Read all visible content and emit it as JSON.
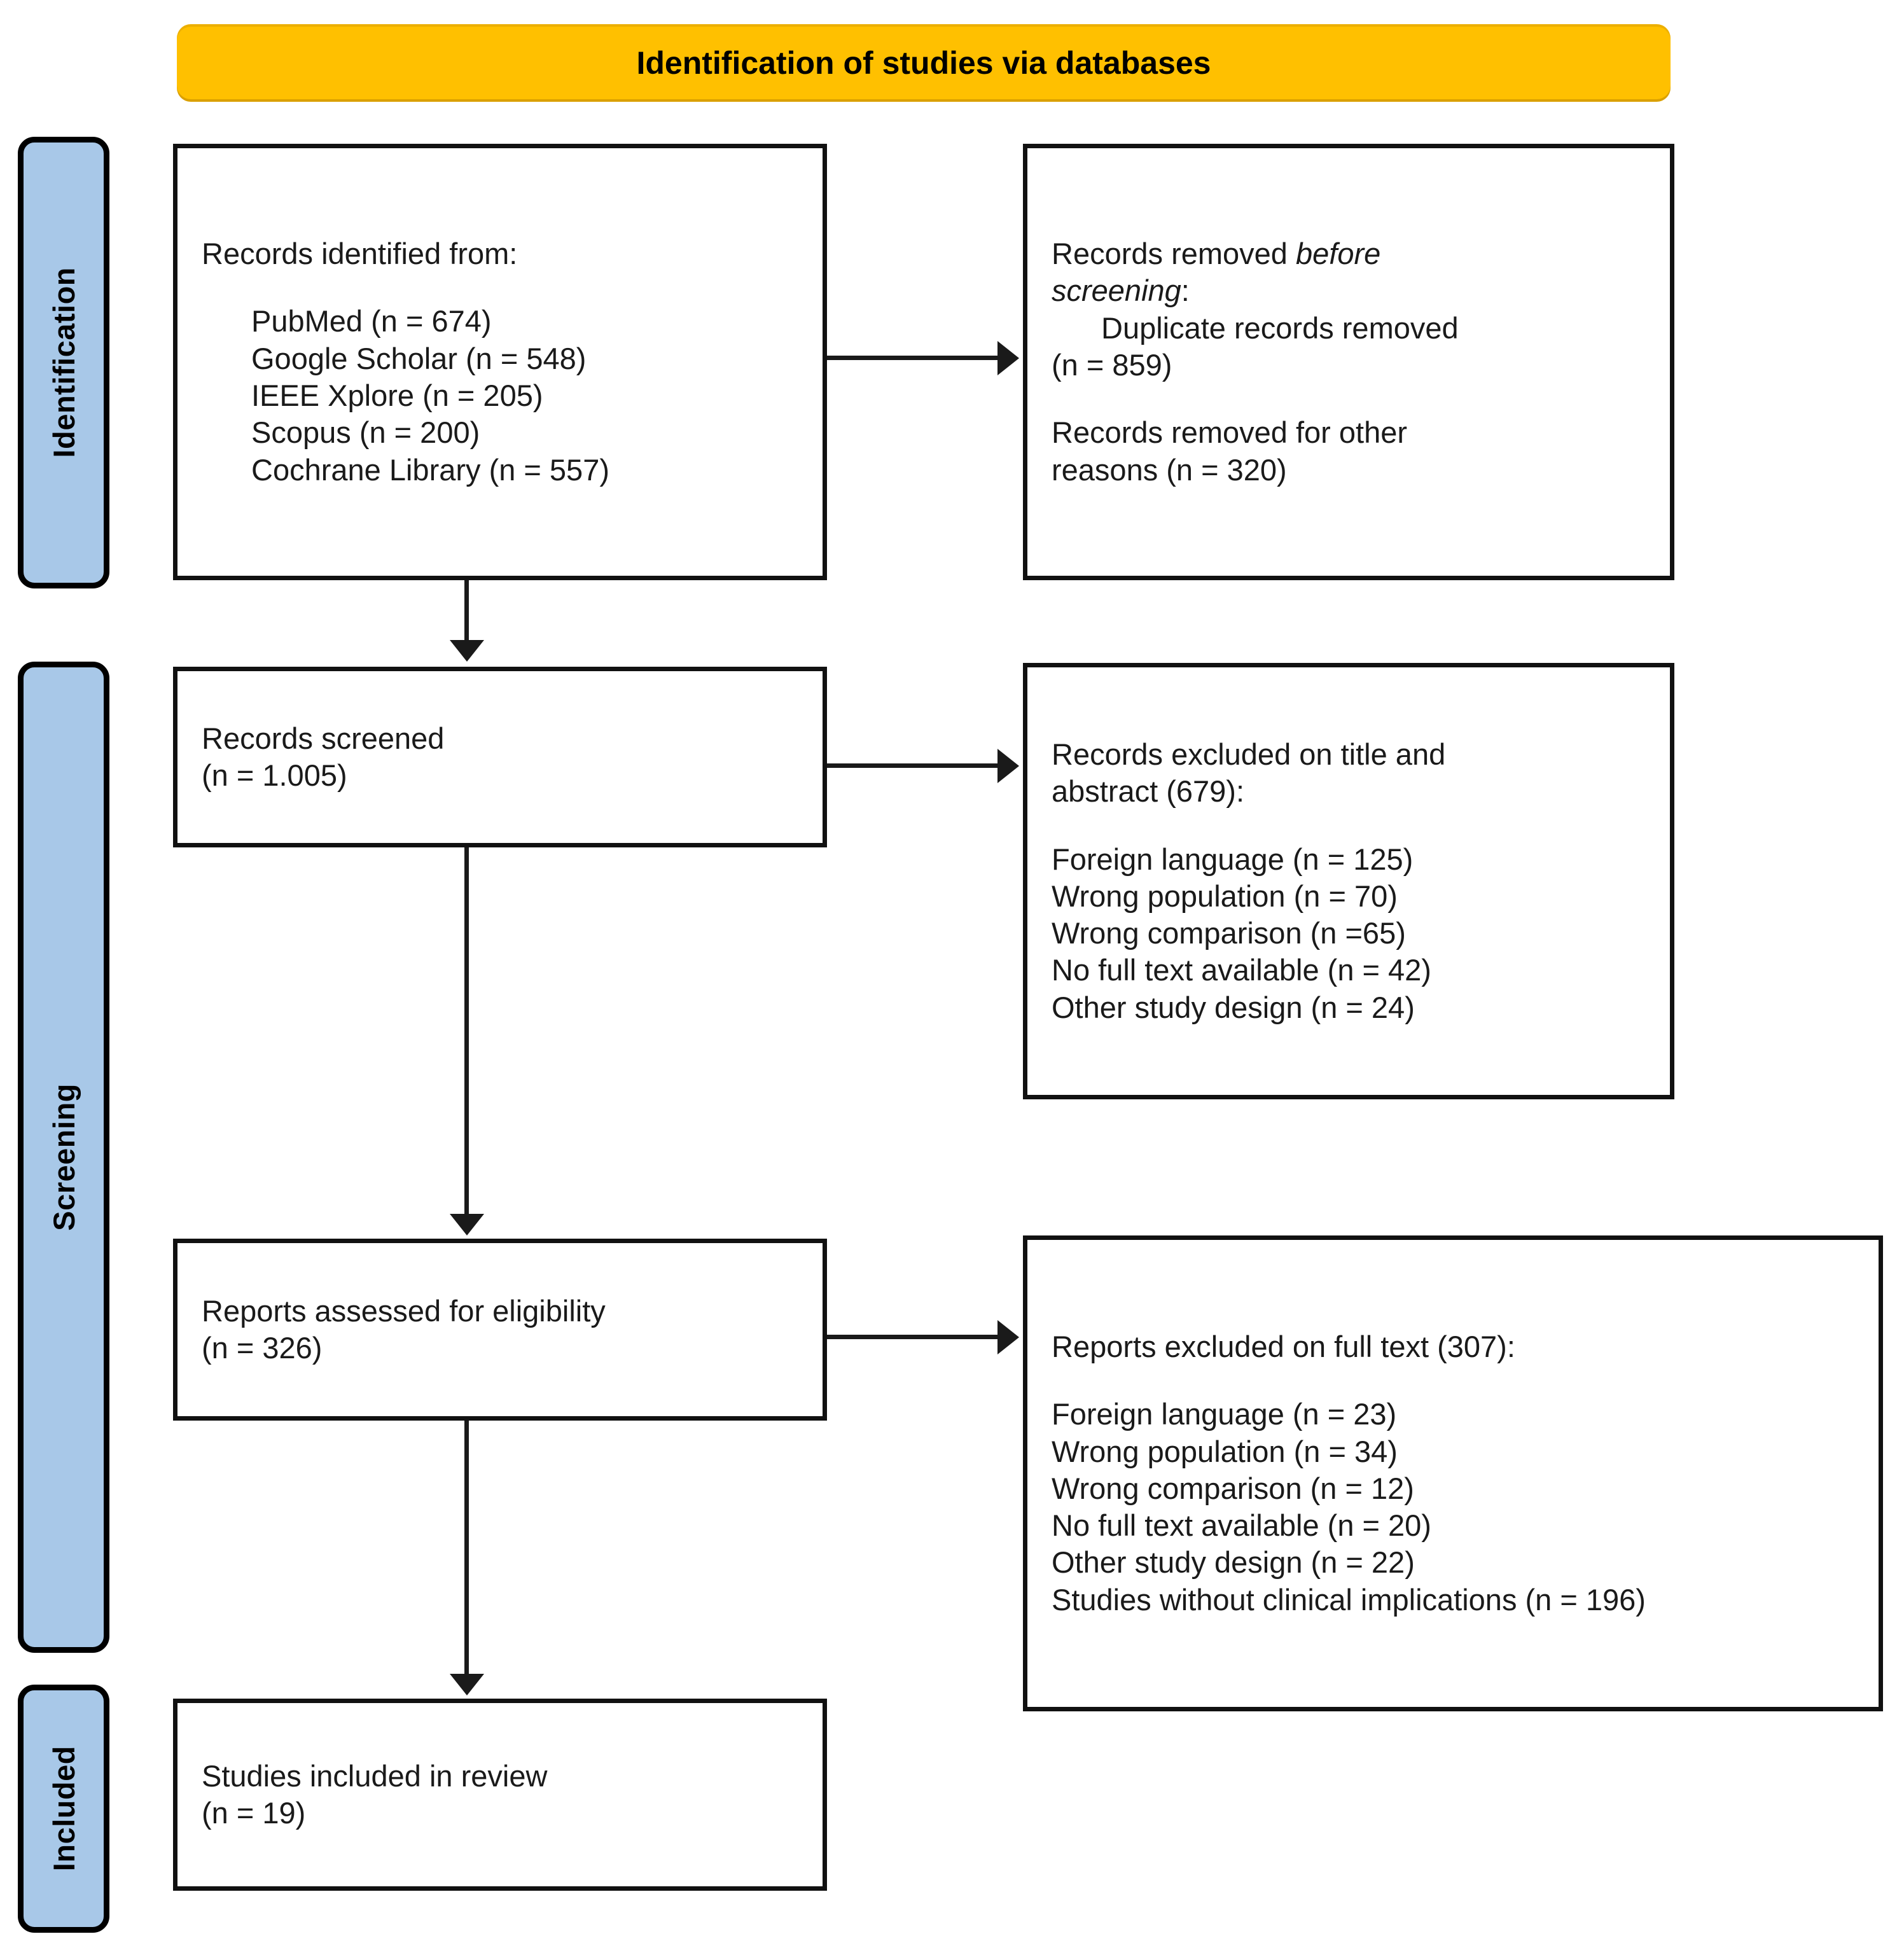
{
  "banner": {
    "title": "Identification of studies via databases"
  },
  "stages": [
    {
      "label": "Identification"
    },
    {
      "label": "Screening"
    },
    {
      "label": "Included"
    }
  ],
  "boxes": {
    "identified": {
      "heading": "Records identified from:",
      "items": [
        "PubMed (n = 674)",
        "Google Scholar (n = 548)",
        "IEEE Xplore (n = 205)",
        "Scopus (n = 200)",
        "Cochrane Library (n = 557)"
      ]
    },
    "removed_before_screening": {
      "heading_part1": "Records removed ",
      "heading_italic1": "before",
      "heading_italic2": "screening",
      "heading_part2": ":",
      "duplicate_line1": "Duplicate records removed",
      "duplicate_line2": "(n = 859)",
      "other_line1": "Records removed for other",
      "other_line2": "reasons (n = 320)"
    },
    "screened": {
      "line1": "Records screened",
      "line2": "(n = 1.005)"
    },
    "excluded_title_abstract": {
      "heading_line1": "Records excluded on title and",
      "heading_line2": "abstract (679):",
      "items": [
        "Foreign language (n = 125)",
        "Wrong population (n = 70)",
        "Wrong comparison (n =65)",
        "No full text available (n = 42)",
        "Other study design (n = 24)"
      ]
    },
    "assessed": {
      "line1": "Reports assessed for eligibility",
      "line2": "(n = 326)"
    },
    "excluded_full_text": {
      "heading": "Reports excluded on full text (307):",
      "items": [
        "Foreign language (n = 23)",
        "Wrong population (n = 34)",
        "Wrong comparison (n = 12)",
        "No full text available (n = 20)",
        "Other study design (n = 22)",
        "Studies without clinical implications (n = 196)"
      ]
    },
    "included": {
      "line1": "Studies included in review",
      "line2": "(n = 19)"
    }
  },
  "colors": {
    "banner_fill": "#FFC000",
    "stage_fill": "#A8C8E8",
    "box_border": "#111111",
    "connector": "#1A1A1A",
    "page_background": "#FFFFFF"
  }
}
